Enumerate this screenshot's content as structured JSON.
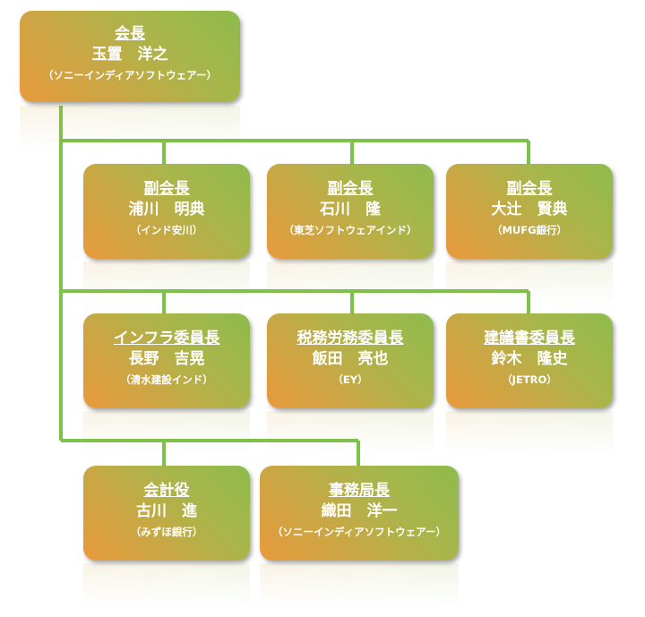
{
  "nodes": {
    "chairman": {
      "role": "会長",
      "name": "玉置　洋之",
      "org": "（ソニーインディアソフトウェアー）"
    },
    "vice1": {
      "role": "副会長",
      "name": "浦川　明典",
      "org": "（インド安川）"
    },
    "vice2": {
      "role": "副会長",
      "name": "石川　隆",
      "org": "（東芝ソフトウェアインド）"
    },
    "vice3": {
      "role": "副会長",
      "name": "大辻　賢典",
      "org": "（MUFG銀行）"
    },
    "infra": {
      "role": "インフラ委員長",
      "name": "長野　吉晃",
      "org": "（清水建設インド）"
    },
    "tax": {
      "role": "税務労務委員長",
      "name": "飯田　亮也",
      "org": "（EY）"
    },
    "proposal": {
      "role": "建議書委員長",
      "name": "鈴木　隆史",
      "org": "（JETRO）"
    },
    "treasurer": {
      "role": "会計役",
      "name": "古川　進",
      "org": "（みずほ銀行）"
    },
    "secretary": {
      "role": "事務局長",
      "name": "織田　洋一",
      "org": "（ソニーインディアソフトウェアー）"
    }
  },
  "colors": {
    "connector": "#7dc24b",
    "box_start": "#e89a3c",
    "box_end": "#8fbb4c",
    "text": "#ffffff"
  }
}
